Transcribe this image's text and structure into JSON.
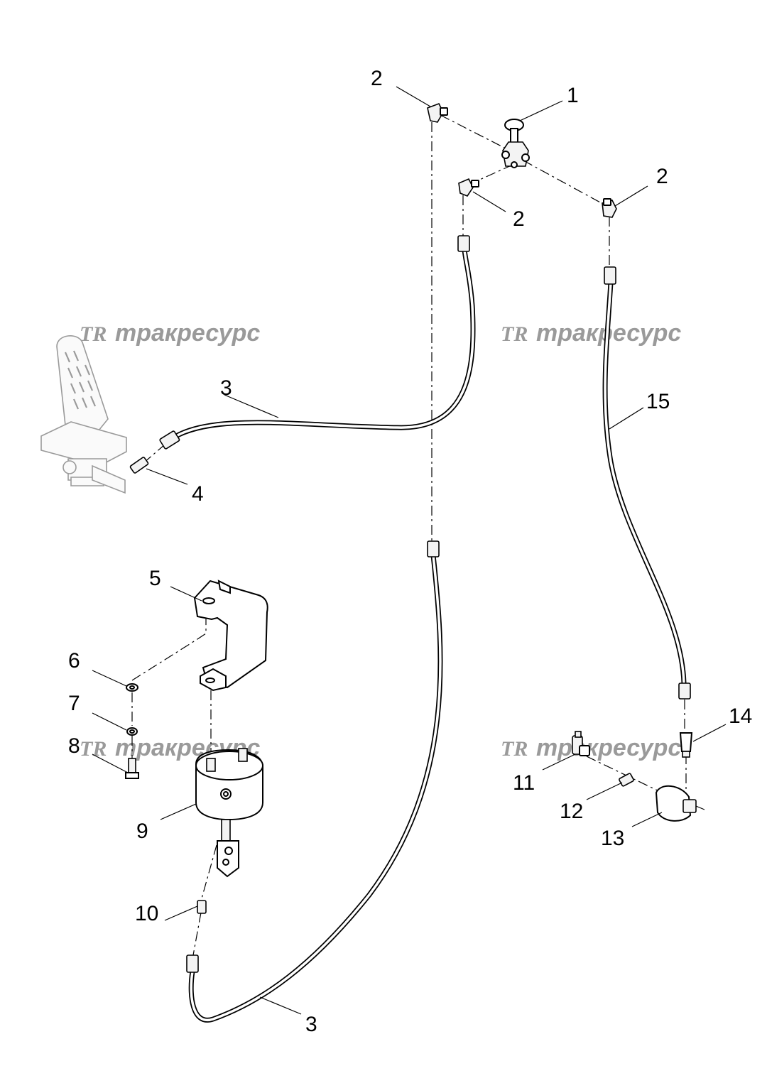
{
  "watermark": {
    "logo": "TR",
    "text": "тракресурс"
  },
  "callouts": {
    "p1": "1",
    "p2a": "2",
    "p2b": "2",
    "p2c": "2",
    "p3a": "3",
    "p3b": "3",
    "p4": "4",
    "p5": "5",
    "p6": "6",
    "p7": "7",
    "p8": "8",
    "p9": "9",
    "p10": "10",
    "p11": "11",
    "p12": "12",
    "p13": "13",
    "p14": "14",
    "p15": "15"
  }
}
